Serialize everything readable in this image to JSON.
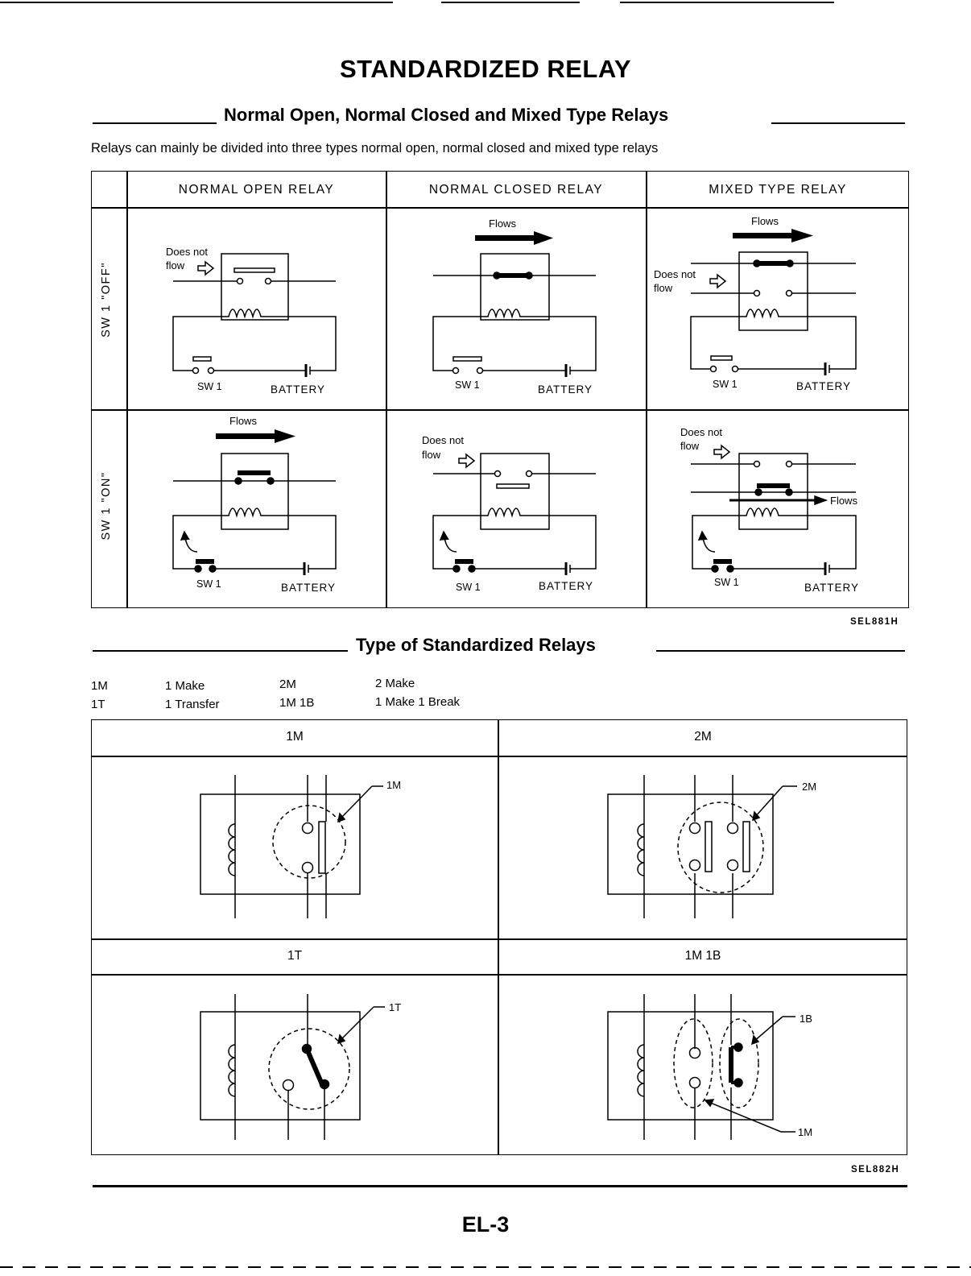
{
  "page": {
    "title": "STANDARDIZED RELAY",
    "page_number": "EL-3"
  },
  "section1": {
    "heading": "Normal Open, Normal Closed and Mixed Type Relays",
    "intro": "Relays can mainly be divided into three types   normal open, normal closed and mixed type relays",
    "columns": [
      "NORMAL OPEN RELAY",
      "NORMAL CLOSED RELAY",
      "MIXED TYPE RELAY"
    ],
    "rows": [
      "SW 1 \"OFF\"",
      "SW 1 \"ON\""
    ],
    "labels": {
      "flows": "Flows",
      "does_not": "Does not",
      "flow": "flow",
      "sw1": "SW 1",
      "battery": "BATTERY"
    },
    "figure_code": "SEL881H"
  },
  "section2": {
    "heading": "Type of Standardized Relays",
    "legend": [
      {
        "code": "1M",
        "meaning": "1 Make"
      },
      {
        "code": "2M",
        "meaning": "2 Make"
      },
      {
        "code": "1T",
        "meaning": "1 Transfer"
      },
      {
        "code": "1M 1B",
        "meaning": "1 Make 1 Break"
      }
    ],
    "cells": [
      {
        "title": "1M",
        "callout": "1M"
      },
      {
        "title": "2M",
        "callout": "2M"
      },
      {
        "title": "1T",
        "callout": "1T"
      },
      {
        "title": "1M 1B",
        "callout_b": "1B",
        "callout_m": "1M"
      }
    ],
    "figure_code": "SEL882H"
  }
}
